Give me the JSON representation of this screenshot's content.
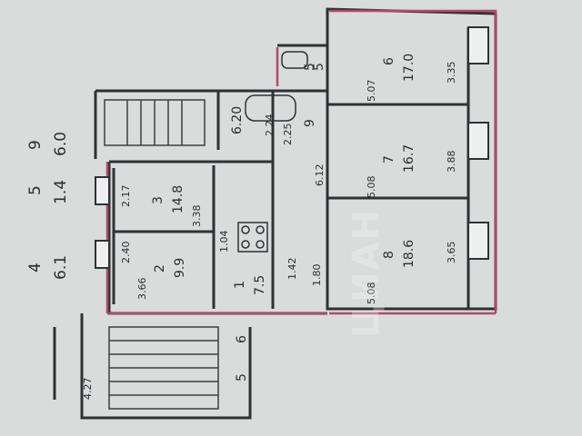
{
  "legend": {
    "items": [
      {
        "num": "4",
        "area": "6.1"
      },
      {
        "num": "5",
        "area": "1.4"
      },
      {
        "num": "9",
        "area": "6.0"
      }
    ]
  },
  "rooms": [
    {
      "num": "6",
      "area": "17.0"
    },
    {
      "num": "7",
      "area": "16.7"
    },
    {
      "num": "8",
      "area": "18.6"
    },
    {
      "num": "3",
      "area": "14.8"
    },
    {
      "num": "2",
      "area": "9.9"
    },
    {
      "num": "1",
      "area": "7.5"
    },
    {
      "num": "9",
      "area": ""
    },
    {
      "num": "5",
      "area": ""
    }
  ],
  "dimensions": [
    "3.35",
    "3.88",
    "3.65",
    "5.07",
    "5.08",
    "5.08",
    "6.12",
    "2.17",
    "2.40",
    "3.38",
    "3.66",
    "1.04",
    "1.80",
    "2.25",
    "2.24",
    "6.20",
    "1.42",
    "4.27",
    "5",
    "5",
    "6"
  ],
  "watermark": {
    "brand": "ЦИАН"
  }
}
